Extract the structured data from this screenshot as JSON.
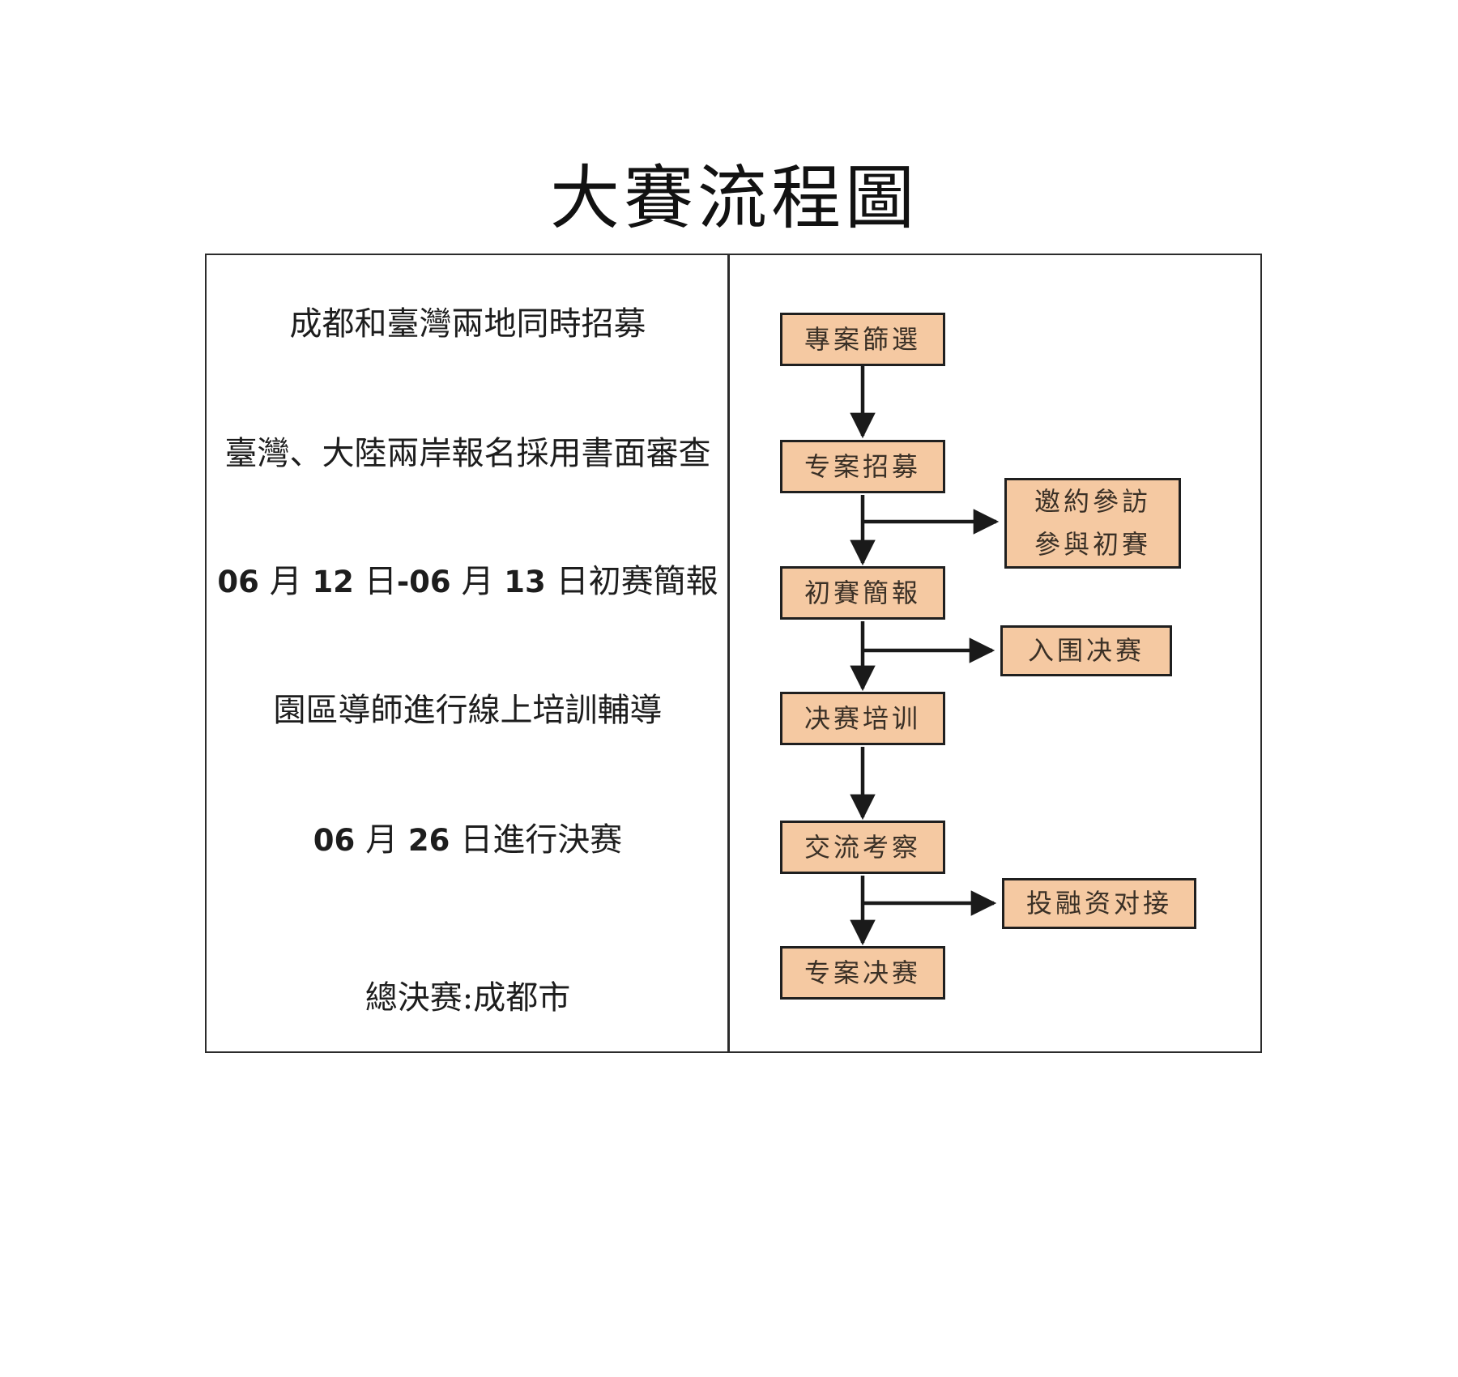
{
  "title": "大賽流程圖",
  "left_panel": {
    "items": [
      {
        "text": "成都和臺灣兩地同時招募"
      },
      {
        "text": "臺灣、大陸兩岸報名採用書面審查"
      },
      {
        "parts": [
          "06 ",
          "月 ",
          "12 ",
          "日",
          "-",
          "06 ",
          "月 ",
          "13 ",
          "日初赛簡報"
        ]
      },
      {
        "text": "園區導師進行線上培訓輔導"
      },
      {
        "parts": [
          "06 ",
          "月 ",
          "26 ",
          "日進行決赛"
        ]
      },
      {
        "text": "總決赛:成都市"
      }
    ]
  },
  "flowchart": {
    "nodes": [
      {
        "id": "project-screening",
        "label": "專案篩選"
      },
      {
        "id": "project-recruitment",
        "label": "专案招募"
      },
      {
        "id": "invite-visit",
        "label": "邀約參訪\n參與初賽"
      },
      {
        "id": "prelim-briefing",
        "label": "初賽簡報"
      },
      {
        "id": "shortlist-final",
        "label": "入围决赛"
      },
      {
        "id": "final-training",
        "label": "决赛培训"
      },
      {
        "id": "exchange-visit",
        "label": "交流考察"
      },
      {
        "id": "investment-matching",
        "label": "投融资对接"
      },
      {
        "id": "project-final",
        "label": "专案决赛"
      }
    ]
  },
  "colors": {
    "node_fill": "#F5C9A2",
    "node_border": "#1F1F1F",
    "arrow": "#1A1A1A",
    "frame_border": "#2B2B2B",
    "text": "#1D1D1D"
  }
}
